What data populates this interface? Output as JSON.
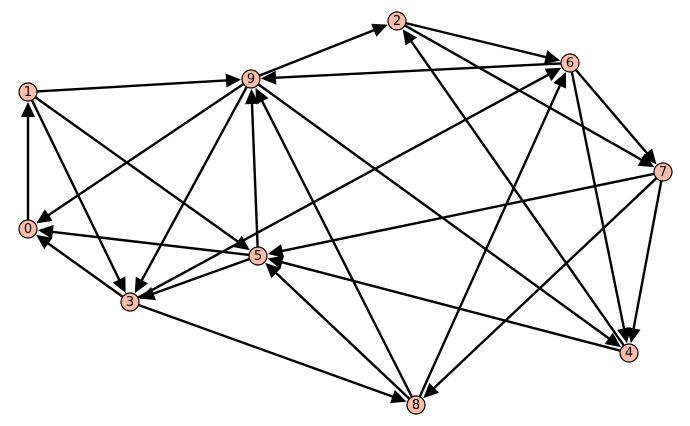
{
  "colors": {
    "node_fill": "#fbbcaa",
    "edge": "#000000"
  },
  "nodes": [
    {
      "id": "n0",
      "label": "0"
    },
    {
      "id": "n1",
      "label": "1"
    },
    {
      "id": "n2",
      "label": "2"
    },
    {
      "id": "n3",
      "label": "3"
    },
    {
      "id": "n4",
      "label": "4"
    },
    {
      "id": "n5",
      "label": "5"
    },
    {
      "id": "n6",
      "label": "6"
    },
    {
      "id": "n7",
      "label": "7"
    },
    {
      "id": "n8",
      "label": "8"
    },
    {
      "id": "n9",
      "label": "9"
    }
  ],
  "edges": [
    {
      "from": "0",
      "to": "1"
    },
    {
      "from": "1",
      "to": "9"
    },
    {
      "from": "1",
      "to": "3"
    },
    {
      "from": "1",
      "to": "5"
    },
    {
      "from": "9",
      "to": "2"
    },
    {
      "from": "9",
      "to": "0"
    },
    {
      "from": "9",
      "to": "3"
    },
    {
      "from": "9",
      "to": "4"
    },
    {
      "from": "2",
      "to": "6"
    },
    {
      "from": "2",
      "to": "7"
    },
    {
      "from": "6",
      "to": "9"
    },
    {
      "from": "6",
      "to": "7"
    },
    {
      "from": "6",
      "to": "4"
    },
    {
      "from": "7",
      "to": "4"
    },
    {
      "from": "7",
      "to": "5"
    },
    {
      "from": "7",
      "to": "8"
    },
    {
      "from": "5",
      "to": "0"
    },
    {
      "from": "5",
      "to": "9"
    },
    {
      "from": "5",
      "to": "3"
    },
    {
      "from": "3",
      "to": "6"
    },
    {
      "from": "3",
      "to": "0"
    },
    {
      "from": "3",
      "to": "8"
    },
    {
      "from": "4",
      "to": "5"
    },
    {
      "from": "4",
      "to": "2"
    },
    {
      "from": "8",
      "to": "9"
    },
    {
      "from": "8",
      "to": "5"
    },
    {
      "from": "8",
      "to": "6"
    }
  ]
}
